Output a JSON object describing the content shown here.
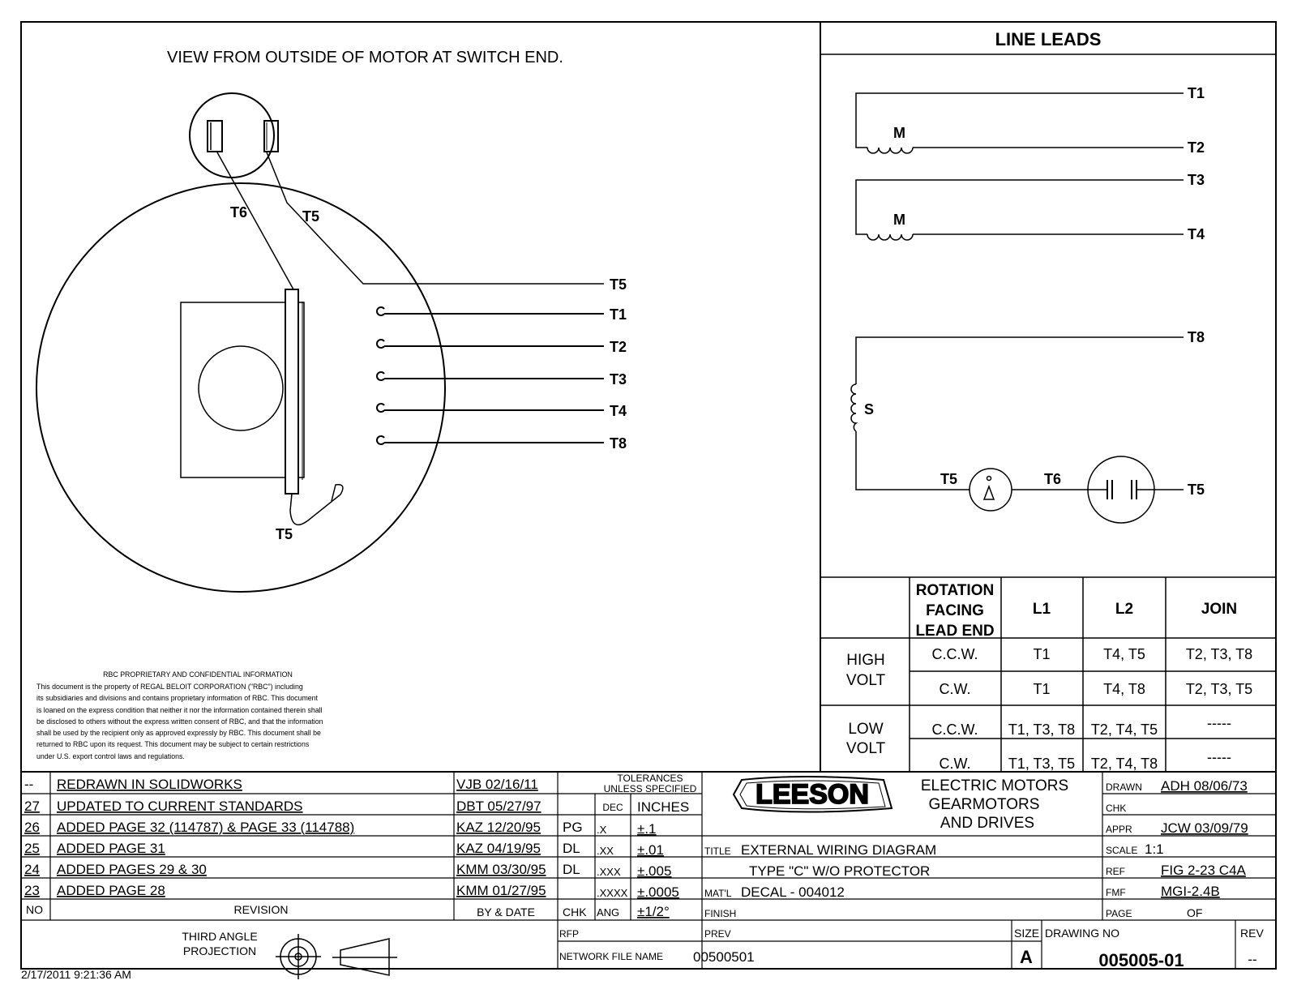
{
  "view_title": "VIEW FROM OUTSIDE OF MOTOR AT SWITCH END.",
  "motor_view": {
    "top_leads": [
      "T6",
      "T5"
    ],
    "bottom_lead": "T5",
    "terminals": [
      "T5",
      "T1",
      "T2",
      "T3",
      "T4",
      "T8"
    ]
  },
  "line_leads": {
    "title": "LINE LEADS",
    "main_winding_label": "M",
    "start_winding_label": "S",
    "terminal_labels": [
      "T1",
      "T2",
      "T3",
      "T4",
      "T8",
      "T5"
    ],
    "start_circuit_labels": [
      "T5",
      "T6"
    ]
  },
  "connection_table": {
    "headers": [
      "",
      "ROTATION FACING LEAD END",
      "L1",
      "L2",
      "JOIN"
    ],
    "header_lines": [
      "ROTATION",
      "FACING",
      "LEAD END"
    ],
    "groups": [
      {
        "voltage_lines": [
          "HIGH",
          "VOLT"
        ],
        "rows": [
          {
            "rotation": "C.C.W.",
            "l1": "T1",
            "l2": "T4, T5",
            "join": "T2, T3, T8"
          },
          {
            "rotation": "C.W.",
            "l1": "T1",
            "l2": "T4, T8",
            "join": "T2, T3, T5"
          }
        ]
      },
      {
        "voltage_lines": [
          "LOW",
          "VOLT"
        ],
        "rows": [
          {
            "rotation": "C.C.W.",
            "l1": "T1, T3, T8",
            "l2": "T2, T4, T5",
            "join": "-----"
          },
          {
            "rotation": "C.W.",
            "l1": "T1, T3, T5",
            "l2": "T2, T4, T8",
            "join": "-----"
          }
        ]
      }
    ]
  },
  "confidential": {
    "title": "RBC PROPRIETARY AND CONFIDENTIAL INFORMATION",
    "lines": [
      "This document is the property of REGAL BELOIT CORPORATION (\"RBC\") including",
      "its subsidiaries and divisions and contains proprietary information of RBC.  This document",
      "is loaned on the express condition that neither it nor the information contained therein shall",
      "be disclosed to others without the express written consent of RBC, and that the information",
      "shall be used by the recipient only as approved expressly by RBC.  This document shall be",
      "returned to RBC upon its request.  This document may be subject to certain restrictions",
      "under U.S. export control laws and regulations."
    ]
  },
  "revisions": [
    {
      "no": "--",
      "desc": "REDRAWN IN SOLIDWORKS",
      "by": "VJB  02/16/11",
      "chk": ""
    },
    {
      "no": "27",
      "desc": "UPDATED TO CURRENT STANDARDS",
      "by": "DBT  05/27/97",
      "chk": ""
    },
    {
      "no": "26",
      "desc": "ADDED PAGE 32 (114787) & PAGE 33 (114788)",
      "by": "KAZ  12/20/95",
      "chk": "PG"
    },
    {
      "no": "25",
      "desc": "ADDED PAGE 31",
      "by": "KAZ  04/19/95",
      "chk": "DL"
    },
    {
      "no": "24",
      "desc": "ADDED PAGES 29 & 30",
      "by": "KMM 03/30/95",
      "chk": "DL"
    },
    {
      "no": "23",
      "desc": "ADDED PAGE 28",
      "by": "KMM 01/27/95",
      "chk": ""
    }
  ],
  "revision_labels": {
    "no": "NO",
    "revision": "REVISION",
    "by_date": "BY & DATE",
    "chk": "CHK"
  },
  "tolerances": {
    "title_lines": [
      "TOLERANCES",
      "UNLESS SPECIFIED"
    ],
    "dec_label": "DEC",
    "unit": "INCHES",
    "rows": [
      {
        "key": ".X",
        "val": "±.1"
      },
      {
        "key": ".XX",
        "val": "±.01"
      },
      {
        "key": ".XXX",
        "val": "±.005"
      },
      {
        "key": ".XXXX",
        "val": "±.0005"
      },
      {
        "key": "ANG",
        "val": "±1/2°"
      }
    ]
  },
  "brand": {
    "logo": "LEESON",
    "tagline_lines": [
      "ELECTRIC MOTORS",
      "GEARMOTORS",
      "AND DRIVES"
    ]
  },
  "title_block": {
    "title_label": "TITLE",
    "title_lines": [
      "EXTERNAL WIRING DIAGRAM",
      "TYPE \"C\" W/O PROTECTOR"
    ],
    "matl_label": "MAT'L",
    "matl": "DECAL - 004012",
    "finish_label": "FINISH",
    "rfp_label": "RFP",
    "prev_label": "PREV",
    "network_label": "NETWORK FILE NAME",
    "network_file": "00500501",
    "projection_lines": [
      "THIRD ANGLE",
      "PROJECTION"
    ],
    "size_label": "SIZE",
    "size": "A",
    "drawing_no_label": "DRAWING NO",
    "drawing_no": "005005-01",
    "rev_label": "REV",
    "rev": "--"
  },
  "approvals": [
    {
      "label": "DRAWN",
      "value": "ADH  08/06/73"
    },
    {
      "label": "CHK",
      "value": ""
    },
    {
      "label": "APPR",
      "value": "JCW  03/09/79"
    },
    {
      "label": "SCALE",
      "value": "1:1"
    },
    {
      "label": "REF",
      "value": "FIG  2-23 C4A"
    },
    {
      "label": "FMF",
      "value": "MGI-2.4B"
    },
    {
      "label": "PAGE",
      "value": "OF"
    }
  ],
  "timestamp": "2/17/2011 9:21:36 AM"
}
